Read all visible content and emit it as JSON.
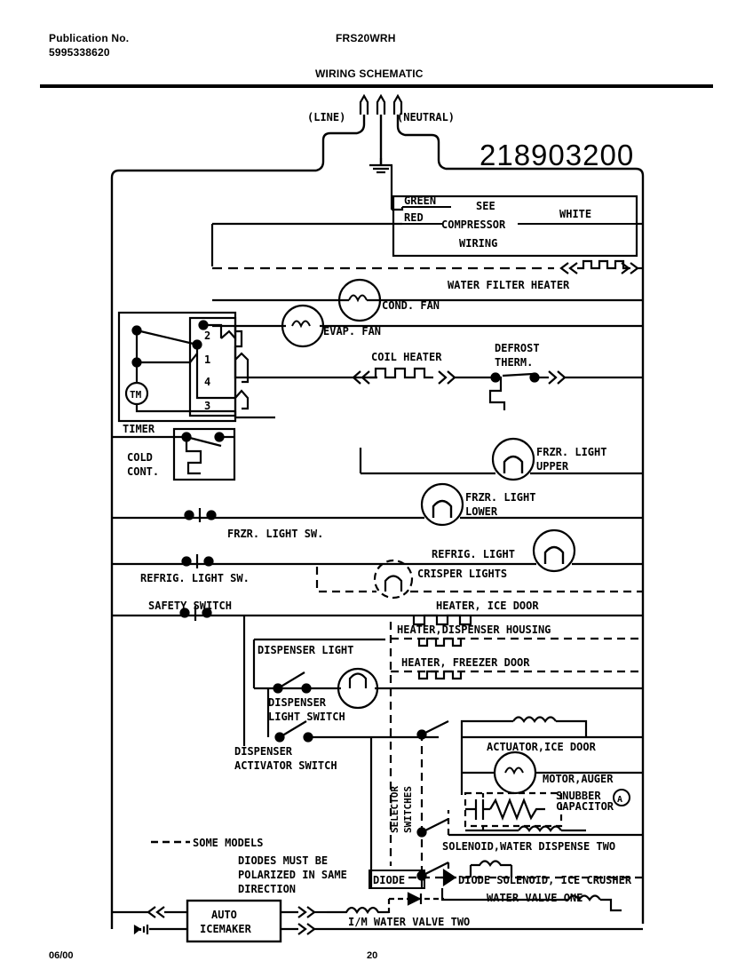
{
  "header": {
    "publication_label": "Publication No.",
    "publication_number": "5995338620",
    "model": "FRS20WRH",
    "doc_title": "WIRING SCHEMATIC",
    "schematic_number": "218903200"
  },
  "footer": {
    "date": "06/00",
    "page": "20"
  },
  "supply": {
    "line": "(LINE)",
    "neutral": "(NEUTRAL)"
  },
  "compressor_box": {
    "green": "GREEN",
    "red": "RED",
    "white": "WHITE",
    "line1": "SEE",
    "line2": "COMPRESSOR",
    "line3": "WIRING"
  },
  "components": {
    "water_filter_heater": "WATER FILTER HEATER",
    "cond_fan": "COND. FAN",
    "evap_fan": "EVAP. FAN",
    "coil_heater": "COIL HEATER",
    "defrost_therm_l1": "DEFROST",
    "defrost_therm_l2": "THERM.",
    "timer": "TIMER",
    "timer_motor": "TM",
    "timer_terminal_2": "2",
    "timer_terminal_1": "1",
    "timer_terminal_4": "4",
    "timer_terminal_3": "3",
    "cold_cont_l1": "COLD",
    "cold_cont_l2": "CONT.",
    "frzr_light_upper_l1": "FRZR. LIGHT",
    "frzr_light_upper_l2": "UPPER",
    "frzr_light_lower_l1": "FRZR. LIGHT",
    "frzr_light_lower_l2": "LOWER",
    "frzr_light_sw": "FRZR. LIGHT SW.",
    "refrig_light": "REFRIG. LIGHT",
    "refrig_light_sw": "REFRIG. LIGHT SW.",
    "crisper_lights": "CRISPER LIGHTS",
    "safety_switch": "SAFETY SWITCH",
    "heater_ice_door": "HEATER, ICE DOOR",
    "heater_dispenser_housing": "HEATER,DISPENSER HOUSING",
    "heater_freezer_door": "HEATER, FREEZER DOOR",
    "dispenser_light": "DISPENSER LIGHT",
    "dispenser_light_switch_l1": "DISPENSER",
    "dispenser_light_switch_l2": "LIGHT SWITCH",
    "dispenser_activator_switch_l1": "DISPENSER",
    "dispenser_activator_switch_l2": "ACTIVATOR SWITCH",
    "selector_switches_l1": "SELECTOR",
    "selector_switches_l2": "SWITCHES",
    "actuator_ice_door": "ACTUATOR,ICE DOOR",
    "motor_auger": "MOTOR,AUGER",
    "snubber_capacitor_l1": "SNUBBER",
    "snubber_capacitor_l2": "CAPACITOR",
    "snubber_mark": "A",
    "solenoid_water_dispense_two": "SOLENOID,WATER DISPENSE TWO",
    "diode": "DIODE",
    "diode_solenoid_ice_crusher": "DIODE SOLENOID, ICE CRUSHER",
    "water_valve_one": "WATER VALVE ONE",
    "auto_icemaker_l1": "AUTO",
    "auto_icemaker_l2": "ICEMAKER",
    "im_water_valve_two": "I/M WATER VALVE TWO"
  },
  "legend": {
    "some_models": "SOME MODELS",
    "note_l1": "DIODES MUST BE",
    "note_l2": "POLARIZED IN SAME",
    "note_l3": "DIRECTION"
  },
  "colors": {
    "ink": "#000000",
    "paper": "#ffffff"
  }
}
